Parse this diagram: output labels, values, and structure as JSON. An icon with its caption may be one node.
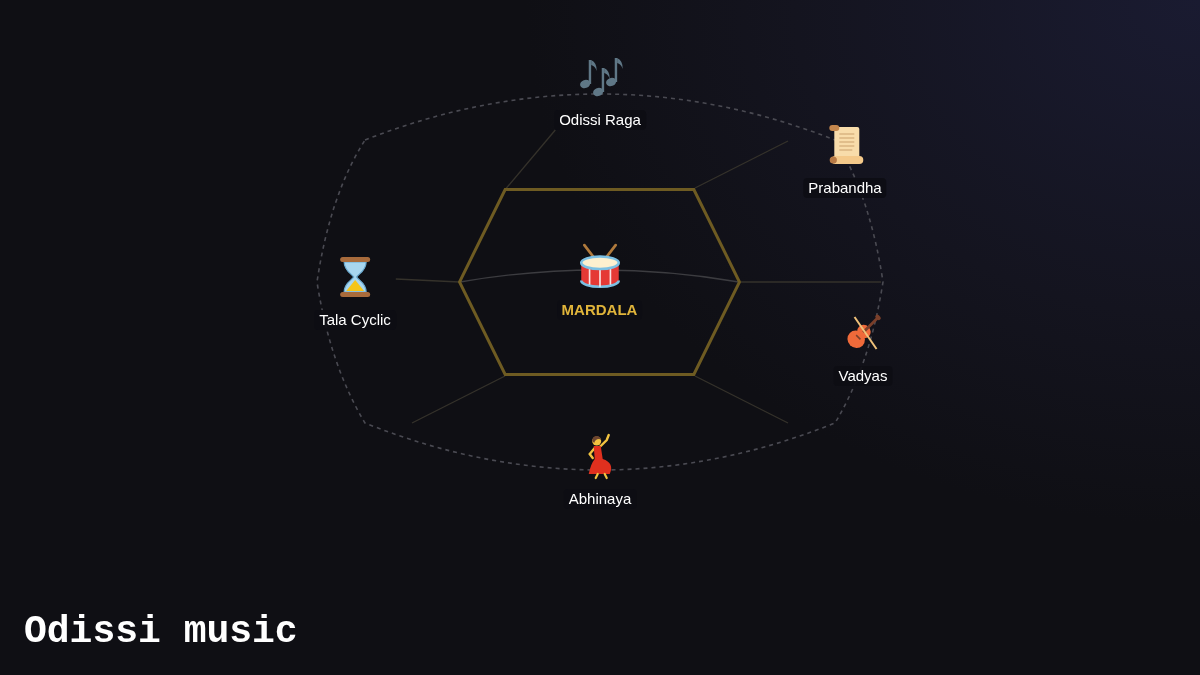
{
  "diagram": {
    "title": "Odissi music",
    "nodes": [
      {
        "text": [
          "MARDALA"
        ]
      },
      {
        "text": [
          "Odissi Raga"
        ]
      },
      {
        "text": [
          "Prabandha"
        ]
      },
      {
        "text": [
          "Vadyas"
        ]
      },
      {
        "text": [
          "Abhinaya"
        ]
      },
      {
        "text": [
          "Tala Cyclic"
        ]
      }
    ],
    "edges": [
      {
        "from": 0,
        "to": 1,
        "arrow": "none"
      },
      {
        "from": 0,
        "to": 5,
        "arrow": "none"
      }
    ]
  }
}
